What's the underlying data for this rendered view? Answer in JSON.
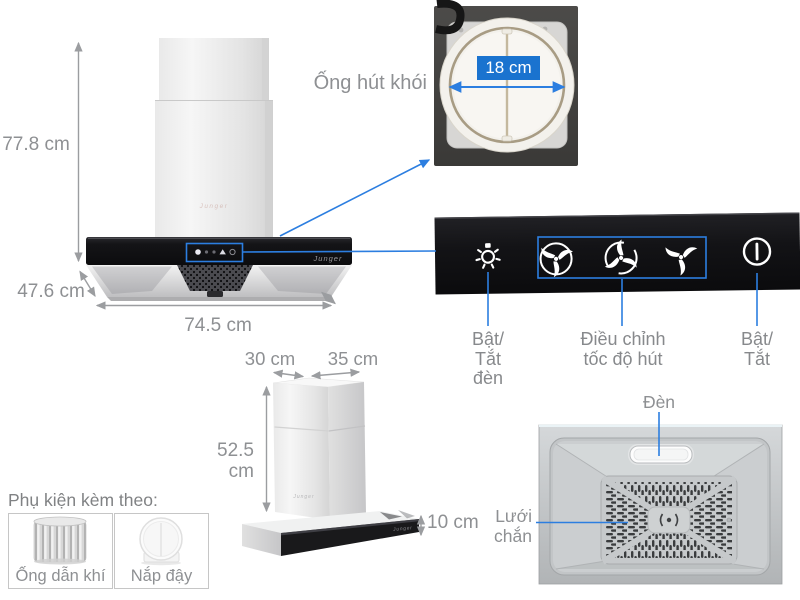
{
  "colors": {
    "accent_blue": "#2c7ee0",
    "badge_blue": "#1a73cf",
    "dimension_gray": "#9b9da0",
    "text_gray": "#8e9093",
    "panel_black": "#141417"
  },
  "brand": "Junger",
  "front_view": {
    "height": "77.8 cm",
    "depth": "47.6 cm",
    "width": "74.5 cm"
  },
  "duct": {
    "label": "Ống hút khói",
    "diameter": "18 cm"
  },
  "control_panel": {
    "icons": [
      "light-icon",
      "fan-speed-low-icon",
      "fan-speed-mid-icon",
      "fan-speed-high-icon",
      "power-icon"
    ],
    "labels": {
      "light": "Bật/\nTắt\nđèn",
      "speed": "Điều chỉnh\ntốc độ hút",
      "power": "Bật/\nTắt"
    }
  },
  "side_view": {
    "top_depth": "30 cm",
    "top_width": "35 cm",
    "height": "52.5 cm",
    "base_height": "10 cm"
  },
  "bottom_view": {
    "light_label": "Đèn",
    "mesh_label": "Lưới\nchắn"
  },
  "accessories": {
    "title": "Phụ kiện kèm theo:",
    "items": [
      {
        "label": "Ống dẫn khí",
        "icon": "flexible-duct-icon"
      },
      {
        "label": "Nắp đậy",
        "icon": "duct-cap-icon"
      }
    ]
  }
}
